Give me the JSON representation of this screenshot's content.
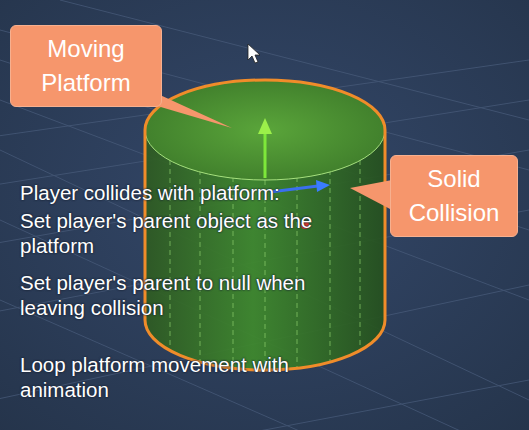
{
  "diagram": {
    "nodes": [
      {
        "text": [
          "Moving Platform"
        ]
      },
      {
        "text": [
          "Solid Collision"
        ]
      }
    ],
    "labels": [
      "Player collides with platform:",
      "Set player's parent object as the platform",
      "Set player's parent to null when leaving collision",
      "Loop platform movement with animation"
    ]
  }
}
